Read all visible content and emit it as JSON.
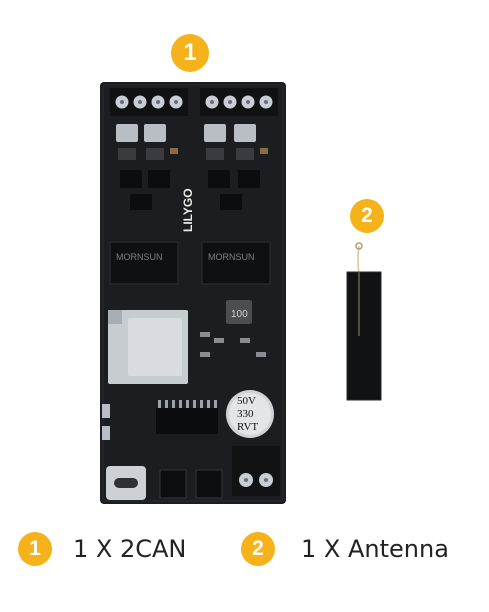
{
  "product_image": {
    "board_silkscreen": {
      "brand": "LILYGO",
      "module_brand_1": "MORNSUN",
      "module_brand_2": "MORNSUN",
      "inductor": "100",
      "capacitor_line1": "50V",
      "capacitor_line2": "330",
      "capacitor_line3": "RVT"
    }
  },
  "callouts": {
    "board_number": "1",
    "antenna_number": "2"
  },
  "legend": {
    "items": [
      {
        "number": "1",
        "label": "1 X 2CAN"
      },
      {
        "number": "2",
        "label": "1 X Antenna"
      }
    ]
  },
  "colors": {
    "badge": "#f5b21a",
    "pcb": "#1c1d20"
  }
}
